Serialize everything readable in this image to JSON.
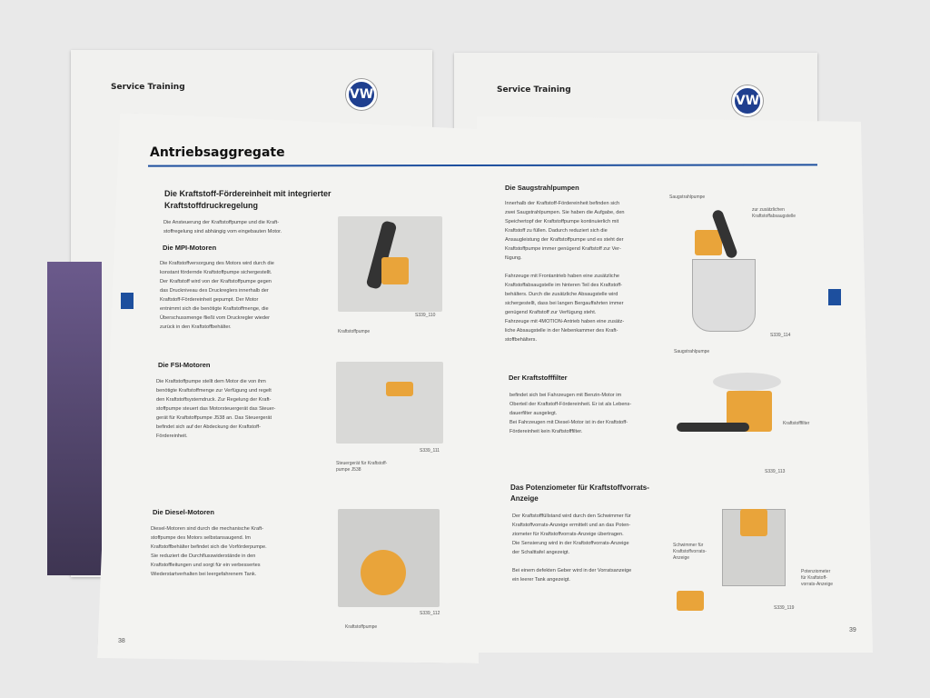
{
  "back_covers": [
    {
      "title": "Service Training",
      "logo": "VW"
    },
    {
      "title": "Service Training",
      "logo": "VW"
    }
  ],
  "left_page": {
    "section_title": "Antriebsaggregate",
    "heading": "Die Kraftstoff-Fördereinheit mit integrierter Kraftstoffdruckregelung",
    "intro": "Die Ansteuerung der Kraftstoffpumpe und die Kraft-\nstoffregelung sind abhängig vom eingebauten Motor.",
    "sections": [
      {
        "title": "Die MPI-Motoren",
        "text": "Die Kraftstoffversorgung des Motors wird durch die\nkonstant fördernde Kraftstoffpumpe sichergestellt.\nDer Kraftstoff wird von der Kraftstoffpumpe gegen\ndas Druckniveau des Druckreglers innerhalb der\nKraftstoff-Fördereinheit gepumpt. Der Motor\nentnimmt sich die benötigte Kraftstoffmenge, die\nÜberschussmenge fließt vom Druckregler wieder\nzurück in den Kraftstoffbehälter.",
        "image_code": "S339_110",
        "image_label": "Kraftstoffpumpe"
      },
      {
        "title": "Die FSI-Motoren",
        "text": "Die Kraftstoffpumpe stellt dem Motor die von ihm\nbenötigte Kraftstoffmenge zur Verfügung und regelt\nden Kraftstoffsystemdruck. Zur Regelung der Kraft-\nstoffpumpe steuert das Motorsteuergerät das Steuer-\ngerät für Kraftstoffpumpe J538 an. Das Steuergerät\nbefindet sich auf der Abdeckung der Kraftstoff-\nFördereinheit.",
        "image_code": "S339_111",
        "image_label": "Steuergerät für Kraftstoff-\npumpe J538"
      },
      {
        "title": "Die Diesel-Motoren",
        "text": "Diesel-Motoren sind durch die mechanische Kraft-\nstoffpumpe des Motors selbstansaugend. Im\nKraftstoffbehälter befindet sich die Vorförderpumpe.\nSie reduziert die Durchflusswiderstände in den\nKraftstoffleitungen und sorgt für ein verbessertes\nWiederstartverhalten bei leergefahrenem Tank.",
        "image_code": "S339_112",
        "image_label": "Kraftstoffpumpe"
      }
    ],
    "page_number": "38"
  },
  "right_page": {
    "sections": [
      {
        "title": "Die Saugstrahlpumpen",
        "text": "Innerhalb der Kraftstoff-Fördereinheit befinden sich\nzwei Saugstrahlpumpen. Sie haben die Aufgabe, den\nSpeichertopf der Kraftstoffpumpe kontinuierlich mit\nKraftstoff zu füllen. Dadurch reduziert sich die\nAnsaugleistung der Kraftstoffpumpe und es steht der\nKraftstoffpumpe immer genügend Kraftstoff zur Ver-\nfügung.\n\nFahrzeuge mit Frontantrieb haben eine zusätzliche\nKraftstoffabsaugstelle im hinteren Teil des Kraftstoff-\nbehälters. Durch die zusätzliche Absaugstelle wird\nsichergestellt, dass bei langen Bergauffahrten immer\ngenügend Kraftstoff zur Verfügung steht.\nFahrzeuge mit 4MOTION-Antrieb haben eine zusätz-\nliche Absaugstelle in der Nebenkammer des Kraft-\nstoffbehälters.",
        "image_code": "S339_114",
        "labels": [
          "Saugstrahlpumpe",
          "zur zusätzlichen\nKraftstoffabsaugstelle",
          "Saugstrahlpumpe"
        ]
      },
      {
        "title": "Der Kraftstofffilter",
        "text": "befindet sich bei Fahrzeugen mit Benzin-Motor im\nOberteil der Kraftstoff-Fördereinheit. Er ist als Lebens-\ndauerfilter ausgelegt.\nBei Fahrzeugen mit Diesel-Motor ist in der Kraftstoff-\nFördereinheit kein Kraftstofffilter.",
        "image_code": "S339_113",
        "labels": [
          "Kraftstofffilter"
        ]
      },
      {
        "title": "Das Potenziometer für Kraftstoffvorrats-\nAnzeige",
        "text": "Der Kraftstofffüllstand wird durch den Schwimmer für\nKraftstoffvorrats-Anzeige ermittelt und an das Poten-\nziometer für Kraftstoffvorrats-Anzeige übertragen.\nDie Sensierung wird in der Kraftstoffvorrats-Anzeige\nder Schalttafel angezeigt.\n\nBei einem defekten Geber wird in der Vorratsanzeige\nein leerer Tank angezeigt.",
        "image_code": "S339_119",
        "labels": [
          "Schwimmer für\nKraftstoffvorrats-\nAnzeige",
          "Potenziometer\nfür Kraftstoff-\nvorrats-Anzeige"
        ]
      }
    ],
    "page_number": "39"
  },
  "colors": {
    "accent_blue": "#1d4f9e",
    "orange": "#e9a43a"
  }
}
